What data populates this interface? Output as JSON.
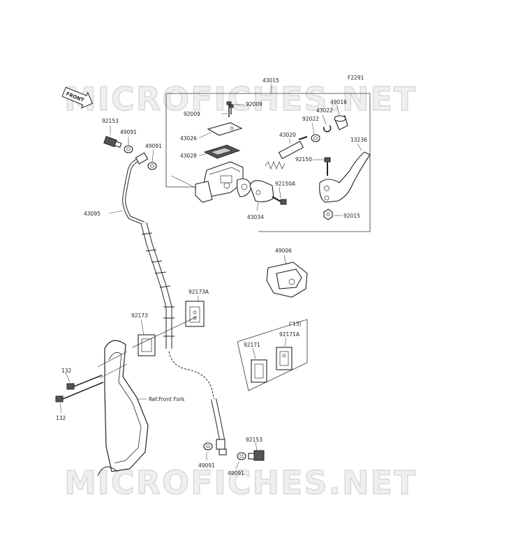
{
  "diagram": {
    "figure_code": "F2291",
    "front_label": "FRONT",
    "watermark_top": "MICROFICHES.NET",
    "watermark_bottom": "MICROFICHES.NET",
    "assembly_label": "43015",
    "variant_label": "('13)",
    "ref_label": "Ref.Front Fork",
    "callouts": {
      "p92009a": "92009",
      "p92009b": "92009",
      "p43026": "43026",
      "p43028": "43028",
      "p43020": "43020",
      "p92022": "92022",
      "p43022": "43022",
      "p49016": "49016",
      "p13236": "13236",
      "p92150": "92150",
      "p92150a": "92150A",
      "p43034": "43034",
      "p92015": "92015",
      "p92153top": "92153",
      "p49091a": "49091",
      "p49091b": "49091",
      "p43095": "43095",
      "p49006": "49006",
      "p92173a": "92173A",
      "p92173": "92173",
      "p92171": "92171",
      "p92171a": "92171A",
      "p132a": "132",
      "p132b": "132",
      "p49091c": "49091",
      "p49091d": "49091",
      "p92153bot": "92153"
    }
  }
}
